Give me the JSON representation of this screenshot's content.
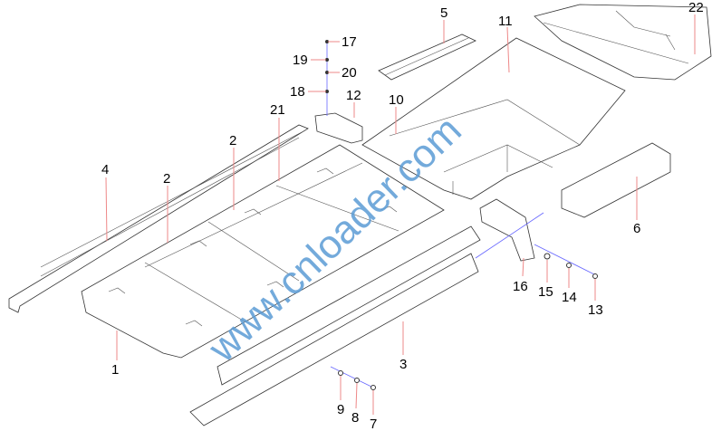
{
  "watermark": "www.cnloader.com",
  "callouts": {
    "p1": "1",
    "p2a": "2",
    "p2b": "2",
    "p3": "3",
    "p4": "4",
    "p5": "5",
    "p6": "6",
    "p7": "7",
    "p8": "8",
    "p9": "9",
    "p10": "10",
    "p11": "11",
    "p12": "12",
    "p13": "13",
    "p14": "14",
    "p15": "15",
    "p16": "16",
    "p17": "17",
    "p18": "18",
    "p19": "19",
    "p20": "20",
    "p21": "21",
    "p22": "22"
  }
}
